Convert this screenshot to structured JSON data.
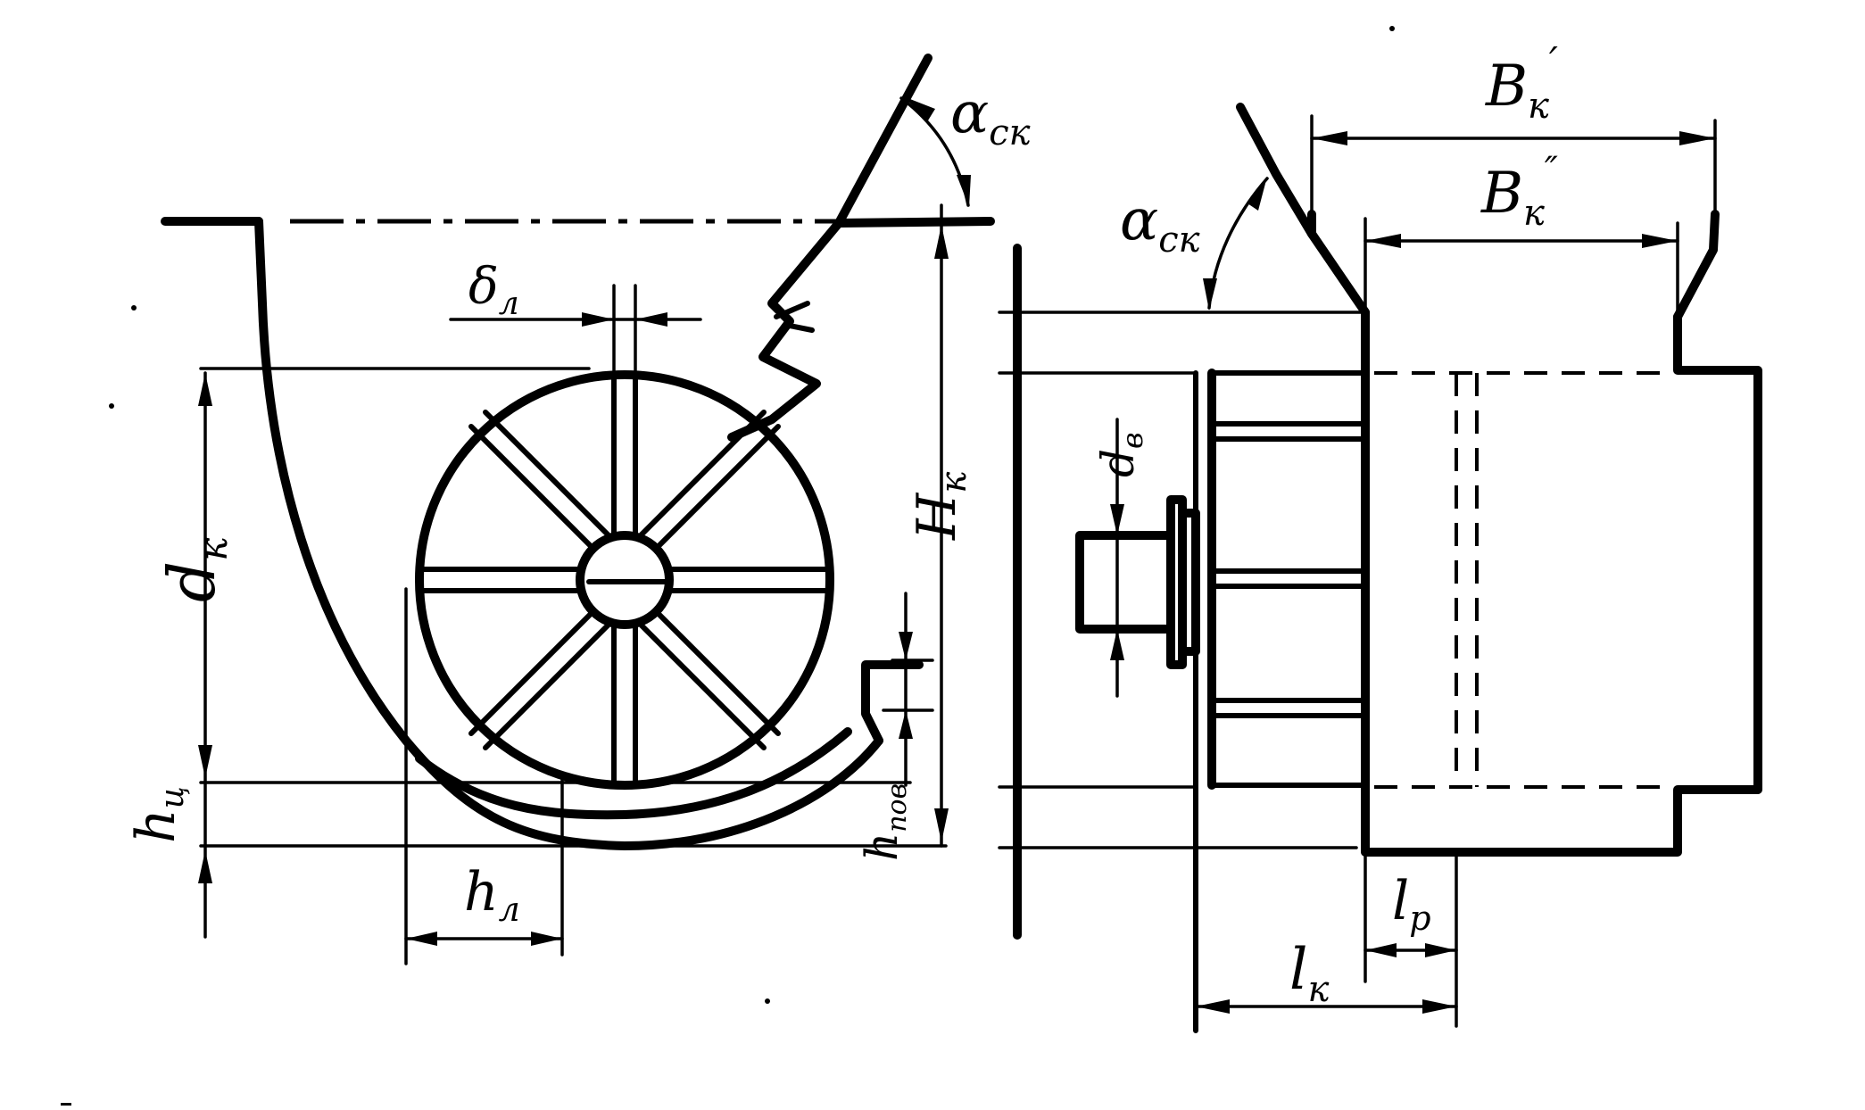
{
  "labels": {
    "alpha_ck_left": {
      "main": "α",
      "sub": "ск"
    },
    "alpha_ck_right": {
      "main": "α",
      "sub": "ск"
    },
    "delta_l": {
      "main": "δ",
      "sub": "л"
    },
    "d_k": {
      "main": "d",
      "sub": "к"
    },
    "H_k": {
      "main": "H",
      "sub": "к"
    },
    "h_ts": {
      "main": "h",
      "sub": "ц"
    },
    "h_l": {
      "main": "h",
      "sub": "л"
    },
    "h_pov": {
      "main": "h",
      "sub": "пов"
    },
    "B_k_prime": {
      "main": "B",
      "sub": "к",
      "sup": "′"
    },
    "B_k_dprime": {
      "main": "B",
      "sub": "к",
      "sup": "″"
    },
    "d_v": {
      "main": "d",
      "sub": "в"
    },
    "l_p": {
      "main": "l",
      "sub": "р"
    },
    "l_k": {
      "main": "l",
      "sub": "к"
    }
  },
  "colors": {
    "ink": "#000000",
    "paper": "#ffffff"
  }
}
